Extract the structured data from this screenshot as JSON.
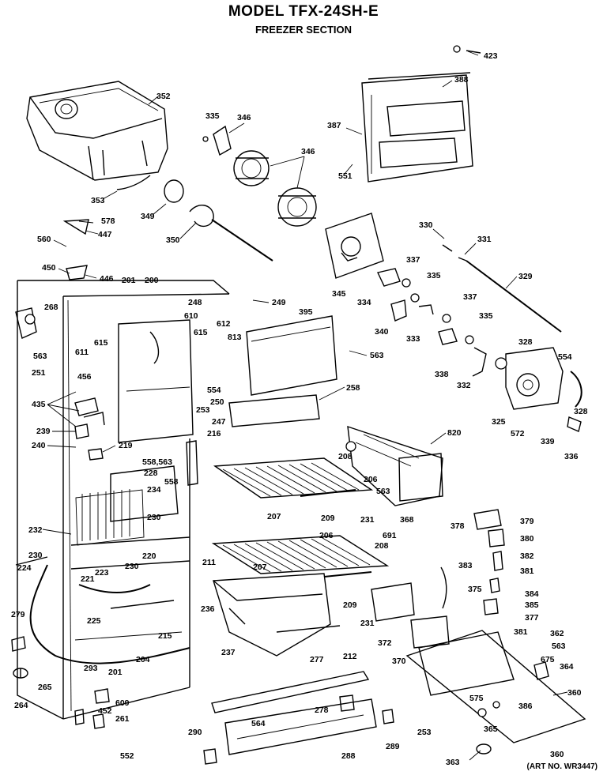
{
  "title": "MODEL TFX-24SH-E",
  "subtitle": "FREEZER SECTION",
  "art_number": "(ART NO. WR3447)",
  "callouts": [
    "423",
    "388",
    "387",
    "551",
    "352",
    "335",
    "346",
    "346",
    "353",
    "349",
    "350",
    "578",
    "447",
    "560",
    "450",
    "446",
    "201",
    "200",
    "249",
    "248",
    "268",
    "610",
    "615",
    "612",
    "813",
    "611",
    "615",
    "563",
    "251",
    "456",
    "554",
    "250",
    "253",
    "247",
    "435",
    "239",
    "240",
    "219",
    "216",
    "558,563",
    "228",
    "558",
    "234",
    "230",
    "232",
    "220",
    "230",
    "230",
    "224",
    "223",
    "221",
    "225",
    "279",
    "204",
    "201",
    "215",
    "236",
    "293",
    "265",
    "264",
    "609",
    "452",
    "261",
    "552",
    "330",
    "331",
    "337",
    "329",
    "335",
    "345",
    "334",
    "340",
    "333",
    "337",
    "335",
    "395",
    "563",
    "338",
    "332",
    "328",
    "554",
    "328",
    "325",
    "572",
    "339",
    "336",
    "258",
    "820",
    "208",
    "206",
    "563",
    "368",
    "207",
    "209",
    "231",
    "691",
    "208",
    "206",
    "207",
    "209",
    "211",
    "231",
    "237",
    "212",
    "277",
    "372",
    "378",
    "379",
    "380",
    "382",
    "381",
    "383",
    "375",
    "384",
    "385",
    "377",
    "370",
    "381",
    "362",
    "563",
    "675",
    "364",
    "360",
    "575",
    "386",
    "365",
    "253",
    "278",
    "564",
    "290",
    "288",
    "289",
    "363",
    "360"
  ]
}
